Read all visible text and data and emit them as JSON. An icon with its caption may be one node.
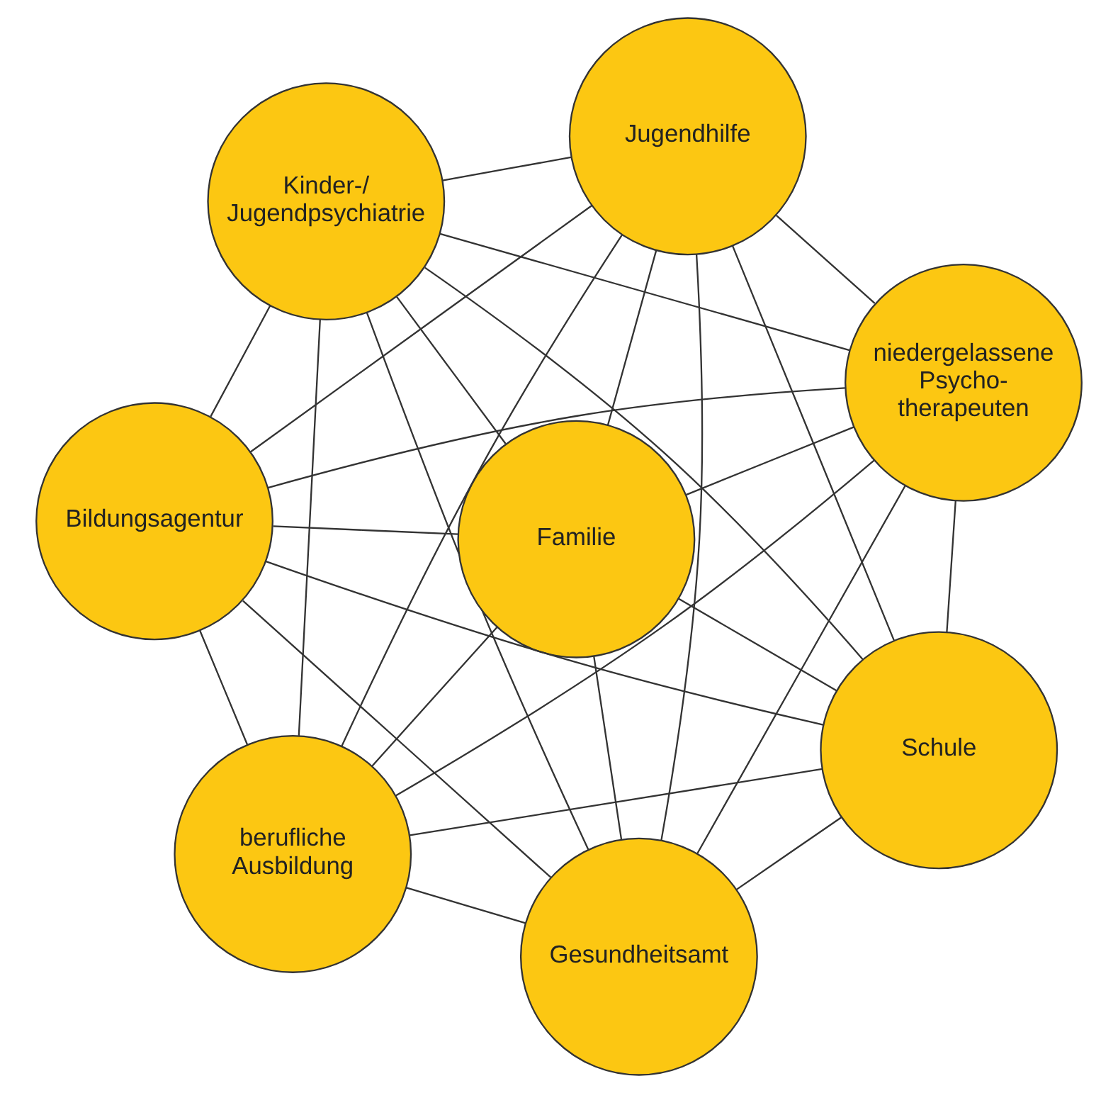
{
  "diagram": {
    "nodes": [
      {
        "text": [
          "Kinder-/ Jugendpsychiatrie"
        ]
      },
      {
        "text": [
          "niedergelassene Psycho- therapeuten"
        ]
      },
      {
        "text": [
          "Gesundheitsamt"
        ]
      },
      {
        "text": [
          "Familie"
        ]
      },
      {
        "text": [
          "Jugendhilfe"
        ]
      },
      {
        "text": [
          "Bildungsagentur"
        ]
      },
      {
        "text": [
          "berufliche Ausbildung"
        ]
      },
      {
        "text": [
          "Schule"
        ]
      }
    ],
    "edges": [
      {
        "from": 0,
        "to": 1,
        "arrow": "none"
      },
      {
        "from": 0,
        "to": 2,
        "arrow": "none"
      },
      {
        "from": 0,
        "to": 3,
        "arrow": "none"
      },
      {
        "from": 0,
        "to": 4,
        "arrow": "none"
      },
      {
        "from": 0,
        "to": 5,
        "arrow": "none"
      },
      {
        "from": 0,
        "to": 6,
        "arrow": "none"
      },
      {
        "from": 0,
        "to": 7,
        "arrow": "none"
      },
      {
        "from": 1,
        "to": 2,
        "arrow": "none"
      },
      {
        "from": 1,
        "to": 3,
        "arrow": "none"
      },
      {
        "from": 1,
        "to": 4,
        "arrow": "none"
      },
      {
        "from": 1,
        "to": 5,
        "arrow": "none"
      },
      {
        "from": 1,
        "to": 6,
        "arrow": "none"
      },
      {
        "from": 1,
        "to": 7,
        "arrow": "none"
      },
      {
        "from": 2,
        "to": 3,
        "arrow": "none"
      },
      {
        "from": 2,
        "to": 4,
        "arrow": "none"
      },
      {
        "from": 2,
        "to": 5,
        "arrow": "none"
      },
      {
        "from": 2,
        "to": 6,
        "arrow": "none"
      },
      {
        "from": 2,
        "to": 7,
        "arrow": "none"
      },
      {
        "from": 3,
        "to": 4,
        "arrow": "none"
      },
      {
        "from": 3,
        "to": 5,
        "arrow": "none"
      },
      {
        "from": 3,
        "to": 6,
        "arrow": "none"
      },
      {
        "from": 3,
        "to": 7,
        "arrow": "none"
      },
      {
        "from": 4,
        "to": 5,
        "arrow": "none"
      },
      {
        "from": 4,
        "to": 6,
        "arrow": "none"
      },
      {
        "from": 4,
        "to": 7,
        "arrow": "none"
      },
      {
        "from": 5,
        "to": 6,
        "arrow": "none"
      },
      {
        "from": 5,
        "to": 7,
        "arrow": "none"
      },
      {
        "from": 6,
        "to": 7,
        "arrow": "none"
      }
    ]
  }
}
